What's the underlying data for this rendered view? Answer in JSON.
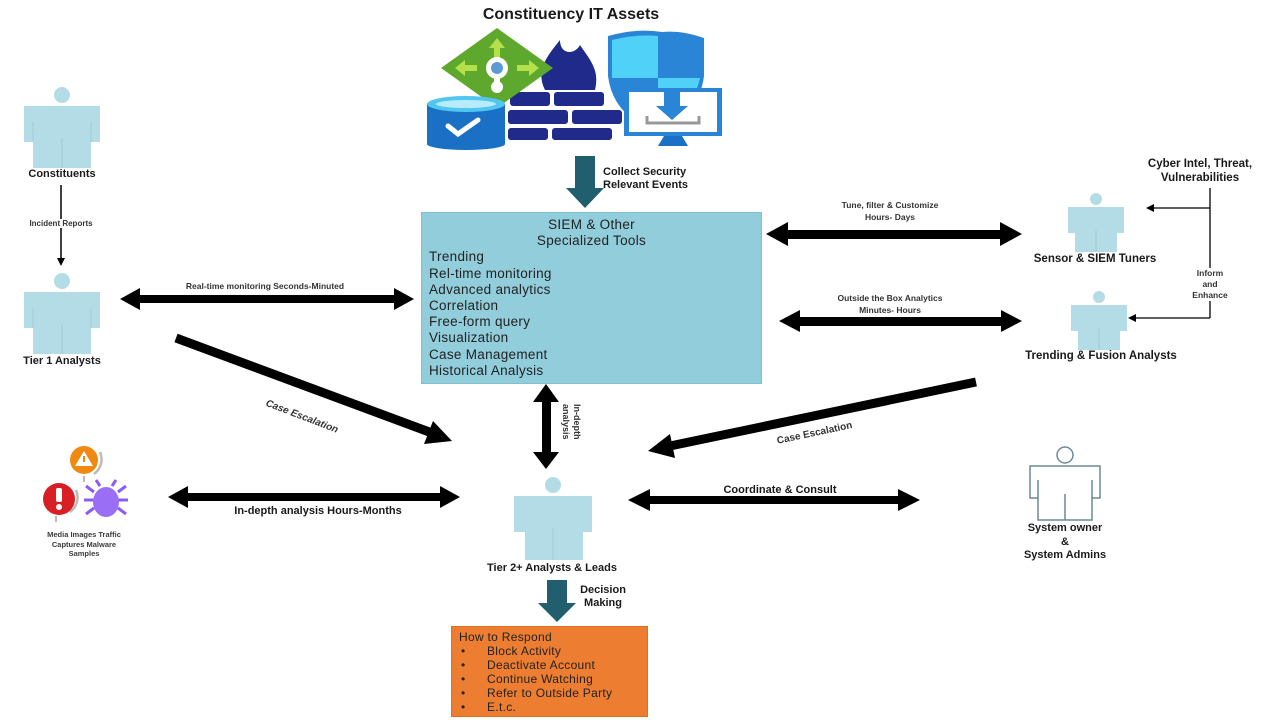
{
  "title": "Constituency IT Assets",
  "colors": {
    "person_fill": "#b4dce6",
    "person_outline_only": "#6d8a96",
    "siem_box": "#92cddc",
    "response_box": "#ed7d31",
    "flow_arrow": "#215f6e",
    "arrow_black": "#000000"
  },
  "assets_icons": [
    "network-gateway-icon",
    "database-check-icon",
    "firewall-icon",
    "security-shield-icon",
    "monitor-download-icon"
  ],
  "flows": {
    "collect": "Collect Security\nRelevant Events",
    "incident_reports": "Incident Reports",
    "realtime": "Real-time monitoring Seconds-Minuted",
    "tune": "Tune, filter & Customize\nHours- Days",
    "outside_box": "Outside the Box Analytics\nMinutes- Hours",
    "case_escalation_left": "Case Escalation",
    "case_escalation_right": "Case Escalation",
    "in_depth_vertical": "In-depth\nanalysis",
    "in_depth_hours": "In-depth analysis Hours-Months",
    "coordinate": "Coordinate & Consult",
    "decision": "Decision\nMaking",
    "inform": "Inform\nand\nEnhance"
  },
  "actors": {
    "constituents": "Constituents",
    "tier1": "Tier 1 Analysts",
    "tier2": "Tier 2+ Analysts & Leads",
    "tuners": "Sensor & SIEM Tuners",
    "fusion": "Trending & Fusion Analysts",
    "system_owner": "System owner\n&\nSystem Admins",
    "cyber_intel": "Cyber Intel, Threat,\nVulnerabilities",
    "samples": "Media Images Traffic\nCaptures Malware\nSamples"
  },
  "siem": {
    "title_line1": "SIEM & Other",
    "title_line2": "Specialized Tools",
    "items": [
      "Trending",
      "Rel-time monitoring",
      "Advanced analytics",
      "Correlation",
      "Free-form query",
      "Visualization",
      "Case Management",
      "Historical Analysis"
    ]
  },
  "response": {
    "title": "How to Respond",
    "bullet": "•",
    "items": [
      "Block Activity",
      "Deactivate Account",
      "Continue Watching",
      "Refer to Outside Party",
      "E.t.c."
    ]
  }
}
